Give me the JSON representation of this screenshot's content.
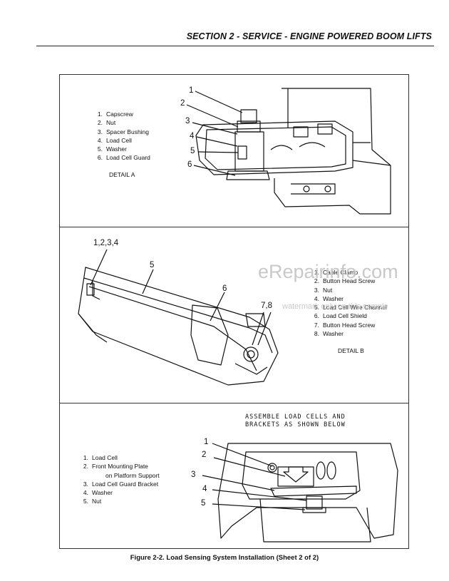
{
  "header": {
    "title": "SECTION 2 - SERVICE - ENGINE POWERED BOOM LIFTS"
  },
  "detail_a": {
    "legend": [
      {
        "num": "1.",
        "text": "Capscrew"
      },
      {
        "num": "2.",
        "text": "Nut"
      },
      {
        "num": "3.",
        "text": "Spacer Bushing"
      },
      {
        "num": "4.",
        "text": "Load Cell"
      },
      {
        "num": "5.",
        "text": "Washer"
      },
      {
        "num": "6.",
        "text": "Load Cell Guard"
      }
    ],
    "label": "DETAIL A",
    "callouts": [
      "1",
      "2",
      "3",
      "4",
      "5",
      "6"
    ]
  },
  "detail_b": {
    "legend": [
      {
        "num": "1.",
        "text": "Cable Clamp"
      },
      {
        "num": "2.",
        "text": "Button Head Screw"
      },
      {
        "num": "3.",
        "text": "Nut"
      },
      {
        "num": "4.",
        "text": "Washer"
      },
      {
        "num": "5.",
        "text": "Load Cell Wire Channel"
      },
      {
        "num": "6.",
        "text": "Load Cell Shield"
      },
      {
        "num": "7.",
        "text": "Button Head Screw"
      },
      {
        "num": "8.",
        "text": "Washer"
      }
    ],
    "label": "DETAIL B",
    "callouts": [
      "1,2,3,4",
      "5",
      "6",
      "7,8"
    ]
  },
  "detail_c": {
    "legend": [
      {
        "num": "1.",
        "text": "Load Cell"
      },
      {
        "num": "2.",
        "text": "Front Mounting Plate"
      },
      {
        "num": "",
        "text": "on Platform Support"
      },
      {
        "num": "3.",
        "text": "Load Cell Guard Bracket"
      },
      {
        "num": "4.",
        "text": "Washer"
      },
      {
        "num": "5.",
        "text": "Nut"
      }
    ],
    "note_line1": "ASSEMBLE LOAD CELLS AND",
    "note_line2": "BRACKETS AS SHOWN BELOW",
    "callouts": [
      "1",
      "2",
      "3",
      "4",
      "5"
    ]
  },
  "watermark": {
    "site": "eRepairinfo.com",
    "text": "watermark only on this sample"
  },
  "caption": "Figure 2-2.  Load Sensing System Installation (Sheet 2 of 2)"
}
